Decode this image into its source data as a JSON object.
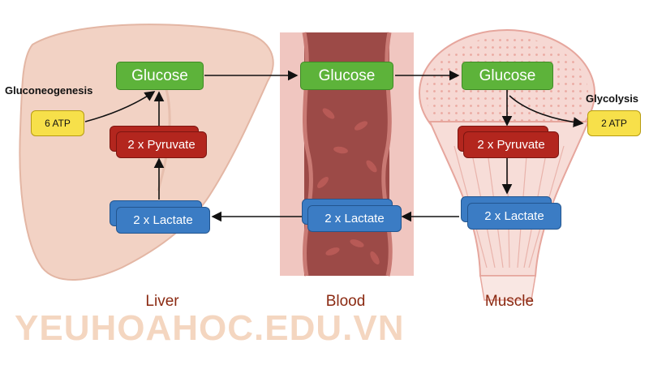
{
  "organs": {
    "liver": "Liver",
    "blood": "Blood",
    "muscle": "Muscle"
  },
  "processes": {
    "gluconeogenesis": "Gluconeogenesis",
    "glycolysis": "Glycolysis"
  },
  "nodes": {
    "glucose": "Glucose",
    "pyruvate": "2 x Pyruvate",
    "lactate": "2 x Lactate",
    "atp_in": "6 ATP",
    "atp_out": "2 ATP"
  },
  "watermark": "YEUHOAHOC.EDU.VN",
  "colors": {
    "glucose": "#5db33a",
    "pyruvate": "#b3261e",
    "lactate": "#3b7cc4",
    "atp": "#f7e04a",
    "organ_label": "#8b2a12"
  }
}
